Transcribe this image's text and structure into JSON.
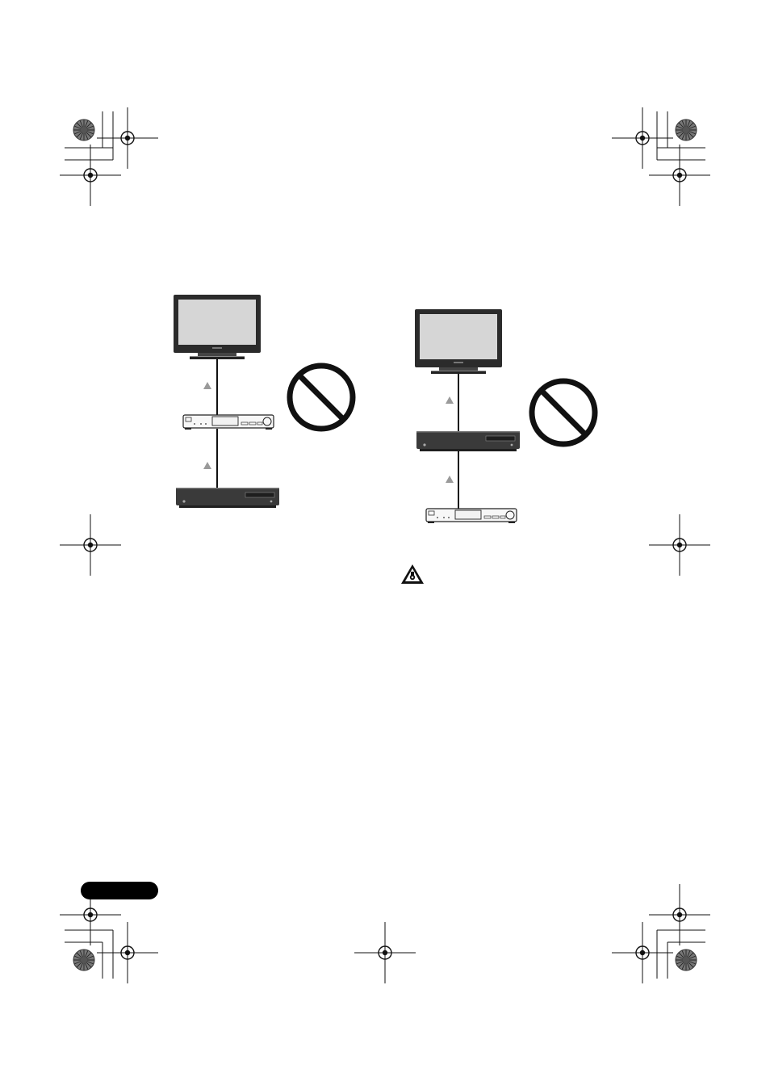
{
  "page": {
    "background": "#ffffff",
    "ink": "#1a1a1a",
    "screen_color": "#d6d6d6",
    "device_dark": "#3a3a3a",
    "arrow_color": "#9a9a9a"
  },
  "figures": [
    {
      "name": "connection-tv-receiver-player",
      "devices": [
        "tv",
        "receiver",
        "player"
      ],
      "prohibited": true
    },
    {
      "name": "connection-tv-player-receiver",
      "devices": [
        "tv",
        "player",
        "receiver"
      ],
      "prohibited": true
    }
  ],
  "icons": {
    "prohibited": "prohibited-icon",
    "caution": "caution-icon",
    "registration": "registration-mark-icon",
    "color_bar": "color-target-icon"
  },
  "page_tab": {
    "label": ""
  }
}
